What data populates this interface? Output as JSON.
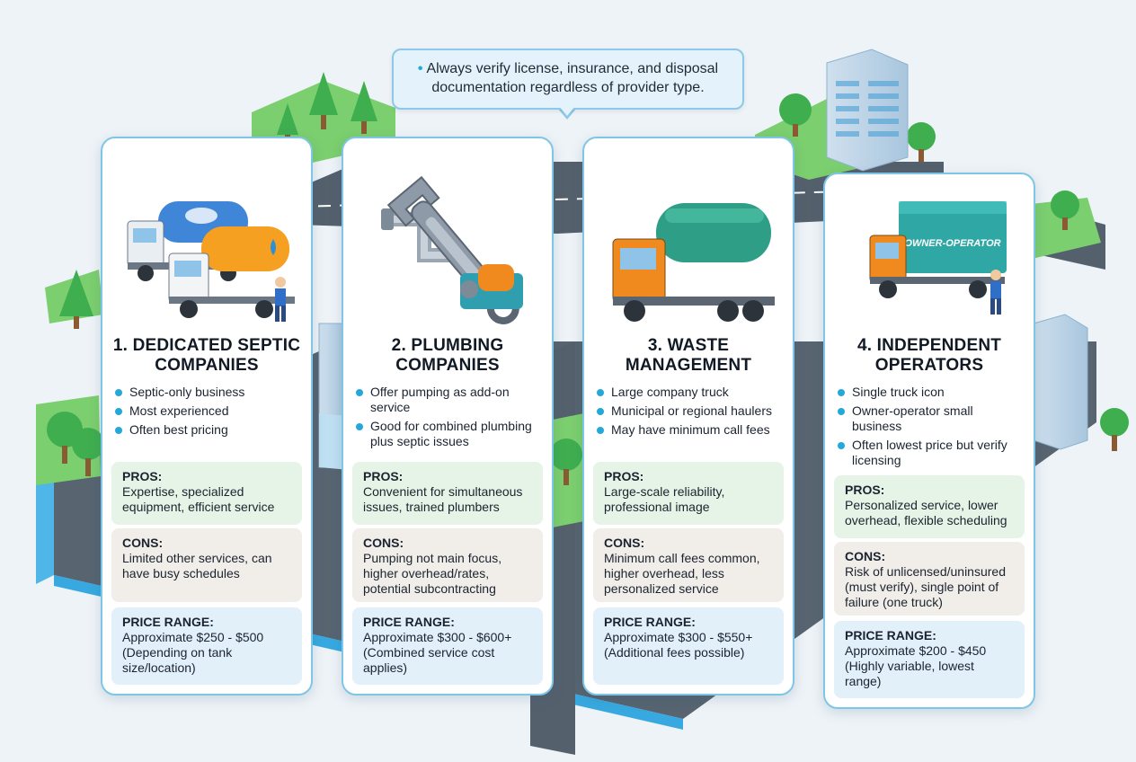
{
  "note": "Always verify license, insurance, and disposal documentation regardless of provider type.",
  "colors": {
    "card_border": "#7fc6e6",
    "bullet": "#25a7d8",
    "pros_bg": "#e5f4e6",
    "cons_bg": "#f1ede8",
    "price_bg": "#e2f0fa"
  },
  "cards": [
    {
      "icon": "tanker-fleet-icon",
      "title_line1": "1. DEDICATED SEPTIC",
      "title_line2": "COMPANIES",
      "bullets": [
        "Septic-only business",
        "Most experienced",
        "Often best pricing"
      ],
      "pros_label": "PROS:",
      "pros": "Expertise, specialized equipment, efficient service",
      "cons_label": "CONS:",
      "cons": "Limited other services, can have busy schedules",
      "price_label": "PRICE RANGE:",
      "price": "Approximate $250 - $500",
      "price_note": "(Depending on tank size/location)"
    },
    {
      "icon": "wrench-pipe-icon",
      "title_line1": "2. PLUMBING",
      "title_line2": "COMPANIES",
      "bullets": [
        "Offer pumping as add-on service",
        "Good for combined plumbing plus septic issues"
      ],
      "pros_label": "PROS:",
      "pros": "Convenient for simultaneous issues, trained plumbers",
      "cons_label": "CONS:",
      "cons": "Pumping not main focus, higher overhead/rates, potential subcontracting",
      "price_label": "PRICE RANGE:",
      "price": "Approximate $300 - $600+",
      "price_note": "(Combined service cost applies)"
    },
    {
      "icon": "large-truck-icon",
      "title_line1": "3. WASTE",
      "title_line2": "MANAGEMENT",
      "bullets": [
        "Large company truck",
        "Municipal or regional haulers",
        "May have minimum call fees"
      ],
      "pros_label": "PROS:",
      "pros": "Large-scale reliability, professional image",
      "cons_label": "CONS:",
      "cons": "Minimum call fees common, higher overhead, less personalized service",
      "price_label": "PRICE RANGE:",
      "price": "Approximate $300 - $550+",
      "price_note": "(Additional fees possible)"
    },
    {
      "icon": "box-truck-icon",
      "truck_label": "OWNER-OPERATOR",
      "title_line1": "4. INDEPENDENT",
      "title_line2": "OPERATORS",
      "bullets": [
        "Single truck icon",
        "Owner-operator small business",
        "Often lowest price but verify licensing"
      ],
      "pros_label": "PROS:",
      "pros": "Personalized service, lower overhead, flexible scheduling",
      "cons_label": "CONS:",
      "cons": "Risk of unlicensed/uninsured (must verify), single point of failure (one truck)",
      "price_label": "PRICE RANGE:",
      "price": "Approximate $200 - $450",
      "price_note": "(Highly variable, lowest range)"
    }
  ]
}
